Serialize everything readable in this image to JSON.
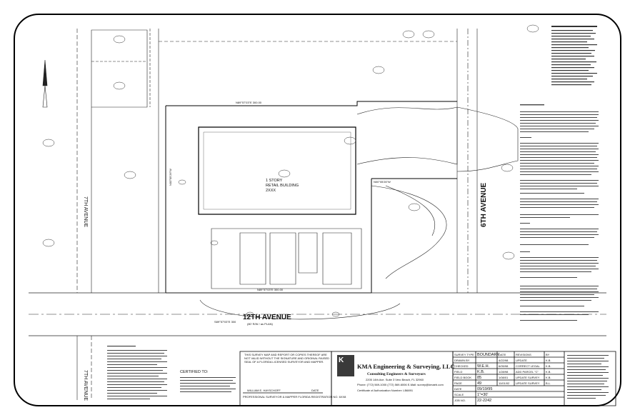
{
  "streets": {
    "top_label": "12TH AVENUE",
    "top_sub": "(80' R/W / as PLAN)",
    "right_label": "6TH AVENUE",
    "left_label": "7TH AVENUE",
    "bottom_left_label": "7TH AVENUE"
  },
  "building": {
    "label": "1 STORY\nRETAIL BUILDING\n2XXX"
  },
  "company": {
    "name": "KMA Engineering & Surveying, LLC",
    "tagline": "Consulting Engineers & Surveyors",
    "address": "2205 14th Ave. Suite 3 Vero Beach, FL 32960",
    "phone": "Phone: (772) 569-1000   (772) 569-6006   E-Mail: survey@kmaeb.com",
    "cert": "Certificate of Authorization Number: LB6891",
    "logo_text": "K—\nKMA"
  },
  "notice": {
    "text": "THIS SURVEY MAP AND REPORT OR COPIES THEREOF ARE NOT VALID WITHOUT THE SIGNATURE AND ORIGINAL RAISED SEAL OF A FLORIDA LICENSED SURVEYOR AND MAPPER.",
    "signer": "WILLIAM E. HAYSCHOFF",
    "signer_title": "PROFESSIONAL SURVEYOR & MAPPER FLORIDA REGISTRATION NO. 6XX8",
    "date_label": "DATE"
  },
  "certified": {
    "title": "CERTIFIED TO:"
  },
  "title_block": {
    "rows": [
      {
        "label": "SURVEY TYPE",
        "value": "BOUNDARY",
        "date": "DATE",
        "rev": "REVISIONS",
        "by": "BY"
      },
      {
        "label": "DRAWN BY",
        "value": "",
        "date": "4/22/98",
        "rev": "UPDATE",
        "by": "K.B."
      },
      {
        "label": "CHECKED",
        "value": "W.E.H.",
        "date": "6/05/98",
        "rev": "CORRECT LEGAL",
        "by": "K.B."
      },
      {
        "label": "FIELD",
        "value": "K.B.",
        "date": "1/28/98",
        "rev": "ADD PARCEL \"C\"",
        "by": "K.B."
      },
      {
        "label": "FIELD BOOK",
        "value": "85",
        "date": "1/08/01",
        "rev": "UPDATE SURVEY",
        "by": "K.B."
      },
      {
        "label": "PAGE",
        "value": "49",
        "date": "11/01/02",
        "rev": "UPDATE SURVEY",
        "by": "B.L."
      },
      {
        "label": "DATE",
        "value": "09/19/95",
        "date": "",
        "rev": "",
        "by": ""
      },
      {
        "label": "SCALE",
        "value": "1\"=30'",
        "date": "",
        "rev": "",
        "by": ""
      },
      {
        "label": "JOB NO.",
        "value": "22-2242",
        "date": "",
        "rev": "",
        "by": ""
      }
    ]
  },
  "dims": {
    "north_line": "N89°57'03\"E  300.00",
    "south_line": "N89°57'03\"E  300.00",
    "bottom_left": "S89°57'03\"E  300",
    "east_line": "N00°05'26\"W",
    "west_line": "N00°05'26\"W"
  }
}
